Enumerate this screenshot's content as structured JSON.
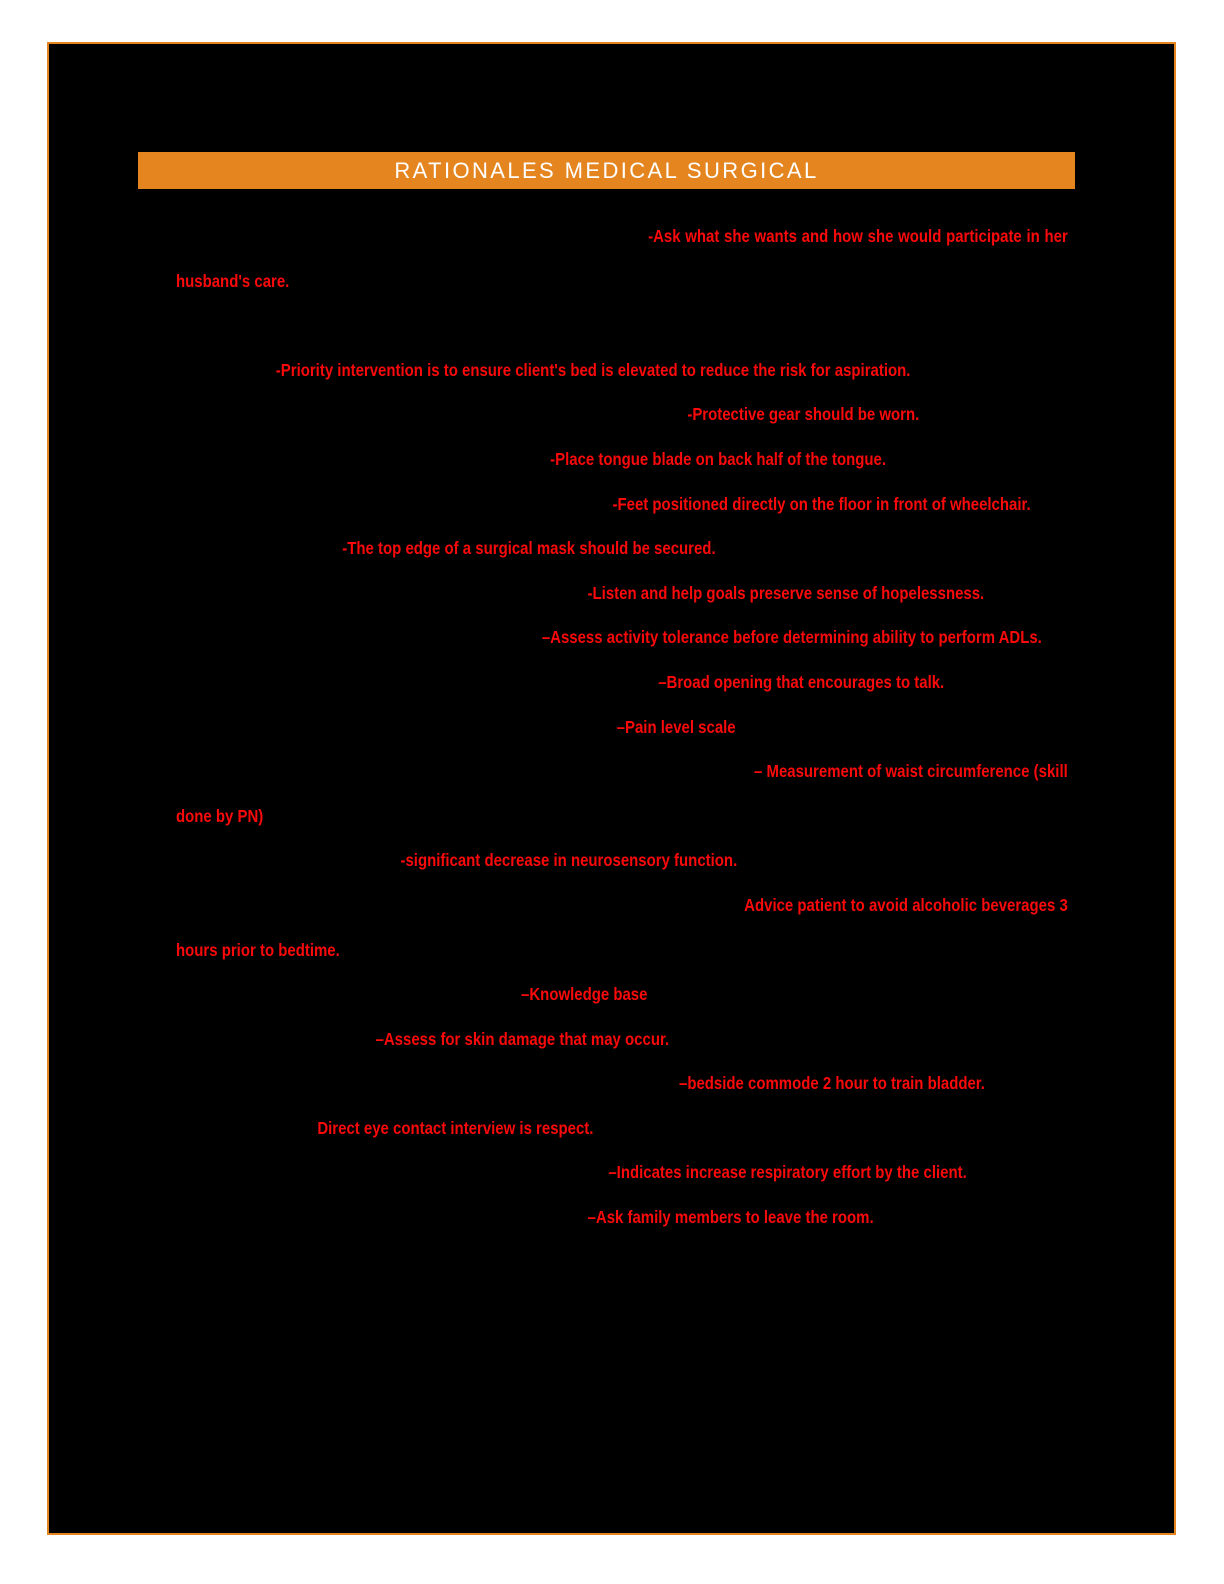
{
  "page": {
    "background_color": "#000000",
    "border_color": "#e5851f",
    "outer_background_color": "#ffffff"
  },
  "header": {
    "title": "RATIONALES MEDICAL SURGICAL",
    "banner_color": "#e5851f",
    "text_color": "#ffffff"
  },
  "body": {
    "text_color": "#fa0a0a",
    "lines": [
      {
        "lead": "                                                                                                    ",
        "text": "-Ask what she wants and how she would participate in her husband's care."
      },
      {
        "lead": "                        ",
        "text": "-Priority intervention is to ensure client's bed is elevated to reduce the risk for aspiration."
      },
      {
        "lead": "                                                                                                                           ",
        "text": "-Protective gear should be worn."
      },
      {
        "lead": "                                                                                          ",
        "text": "-Place tongue blade on back half of the tongue."
      },
      {
        "lead": "                                                                                                         ",
        "text": "-Feet positioned directly on the floor in front of wheelchair."
      },
      {
        "lead": "                                        ",
        "text": "-The top edge of a surgical mask should be secured."
      },
      {
        "lead": "                                                                                                   ",
        "text": "-Listen and help goals preserve sense of hopelessness."
      },
      {
        "lead": "                                                                                        ",
        "text": "–Assess activity tolerance before determining ability to perform ADLs."
      },
      {
        "lead": "                                                                                                                    ",
        "text": "–Broad opening that encourages to talk."
      },
      {
        "lead": "                                                                                                          ",
        "text": "–Pain level scale"
      },
      {
        "lead": "                                                                                                                                         ",
        "text": "– Measurement of waist circumference (skill done by PN)"
      },
      {
        "lead": "                                                      ",
        "text": "-significant decrease in neurosensory function."
      },
      {
        "lead": "                                                                                                                                        ",
        "text": "Advice patient to avoid alcoholic beverages 3 hours prior to bedtime."
      },
      {
        "lead": "                                                                                   ",
        "text": "–Knowledge base"
      },
      {
        "lead": "                                                ",
        "text": "–Assess for skin damage that may occur."
      },
      {
        "lead": "                                                                                                                         ",
        "text": "–bedside commode 2 hour to train bladder."
      },
      {
        "lead": "                                  ",
        "text": "Direct eye contact interview is respect."
      },
      {
        "lead": "                                                                                                        ",
        "text": "–Indicates increase respiratory effort by the client."
      },
      {
        "lead": "                                                                                                   ",
        "text": "–Ask family members to leave the room."
      }
    ]
  }
}
